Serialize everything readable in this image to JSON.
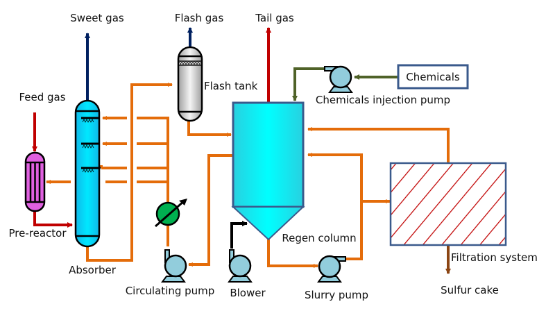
{
  "diagram": {
    "type": "process flow diagram",
    "labels": {
      "sweet_gas": "Sweet gas",
      "flash_gas": "Flash gas",
      "tail_gas": "Tail gas",
      "feed_gas": "Feed gas",
      "flash_tank": "Flash tank",
      "chemicals": "Chemicals",
      "chemicals_injection_pump": "Chemicals injection pump",
      "pre_reactor": "Pre-reactor",
      "absorber": "Absorber",
      "circulating_pump": "Circulating pump",
      "blower": "Blower",
      "regen_column": "Regen column",
      "slurry_pump": "Slurry pump",
      "filtration_system": "Filtration system",
      "sulfur_cake": "Sulfur cake"
    },
    "colors": {
      "liquid_line": "#E46C0A",
      "feed_gas_line": "#C00000",
      "tail_gas_line": "#C00000",
      "sweet_gas_line": "#002060",
      "chemicals_line": "#4F6228",
      "air_line": "#000000",
      "sulfur_line": "#8B4513",
      "absorber_fill": "#1EC8F0",
      "regen_fill": "#00F0F0",
      "regen_border": "#3A5A8C",
      "pump_fill": "#92CDDC",
      "heat_exchanger_fill": "#00B050",
      "pre_reactor_fill": "#E060E0",
      "filter_hatch": "#C00000",
      "filter_border": "#3A5A8C"
    }
  }
}
